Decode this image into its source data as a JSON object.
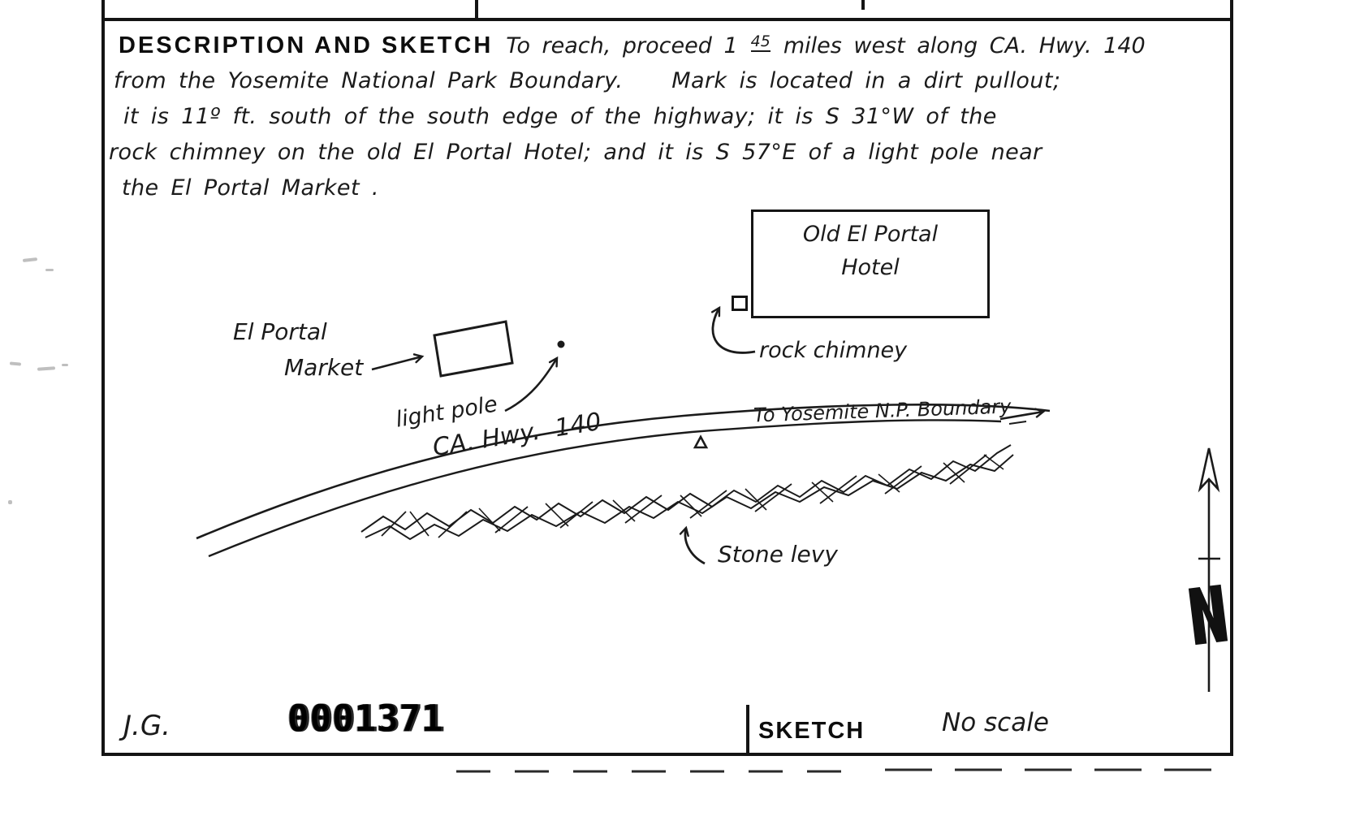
{
  "colors": {
    "ink": "#1b1b1b",
    "paper": "#ffffff"
  },
  "page": {
    "heading": "DESCRIPTION AND SKETCH",
    "description": {
      "line1_pre": "To reach, proceed 1",
      "line1_sup": "45",
      "line1_post": "miles west along CA. Hwy. 140",
      "line2": "from the Yosemite National Park Boundary.    Mark is located in a dirt pullout;",
      "line3": "it is 11º ft. south of the south edge of the highway; it is S 31°W of the",
      "line4": "rock chimney on the old El Portal Hotel; and it is S 57°E of a light pole near",
      "line5": "the El Portal Market ."
    }
  },
  "sketch": {
    "hotel": {
      "line1": "Old El Portal",
      "line2": "Hotel"
    },
    "rock_chimney_label": "rock chimney",
    "market": {
      "line1": "El Portal",
      "line2": "Market"
    },
    "light_pole_label": "light pole",
    "highway_label": "CA. Hwy.  140",
    "boundary_label": "To Yosemite N.P. Boundary",
    "stone_levy_label": "Stone levy",
    "icons": {
      "north_arrow": "north-arrow",
      "survey_mark": "survey-triangle-icon",
      "light_pole": "light-pole-dot-icon"
    }
  },
  "footer": {
    "initials": "J.G.",
    "stamp_number": "0001371",
    "section_label": "SKETCH",
    "scale_note": "No scale"
  }
}
